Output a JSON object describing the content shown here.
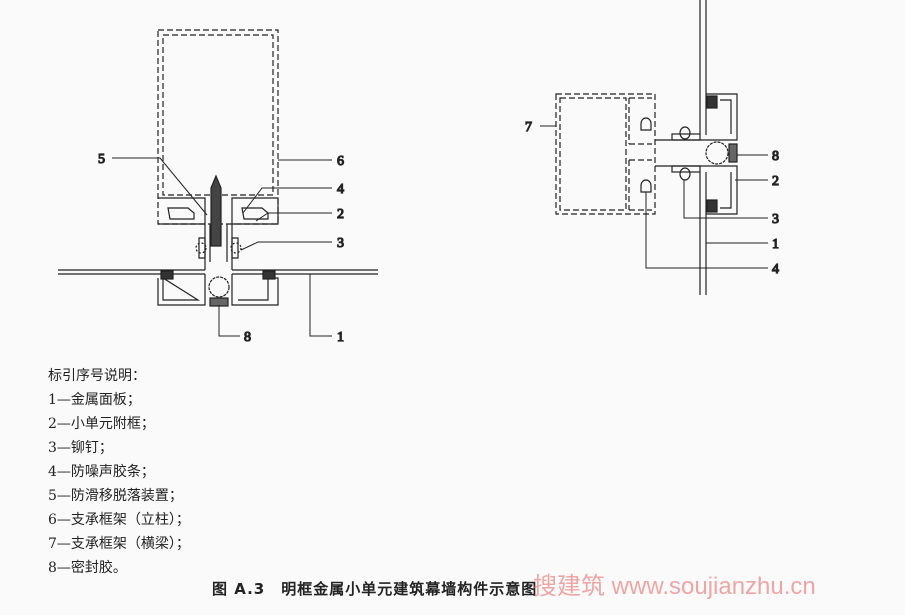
{
  "left_figure": {
    "labels": [
      "5",
      "6",
      "4",
      "2",
      "3",
      "8",
      "1"
    ]
  },
  "right_figure": {
    "labels": [
      "7",
      "8",
      "2",
      "3",
      "1",
      "4"
    ]
  },
  "legend": {
    "title": "标引序号说明：",
    "items": [
      "1—金属面板；",
      "2—小单元附框；",
      "3—铆钉；",
      "4—防噪声胶条；",
      "5—防滑移脱落装置；",
      "6—支承框架（立柱）；",
      "7—支承框架（横梁）；",
      "8—密封胶。"
    ]
  },
  "caption": "图 A.3　明框金属小单元建筑幕墙构件示意图",
  "watermark": "搜建筑 www.soujianzhu.cn",
  "colors": {
    "line": "#222222",
    "watermark": "#eb7878"
  }
}
